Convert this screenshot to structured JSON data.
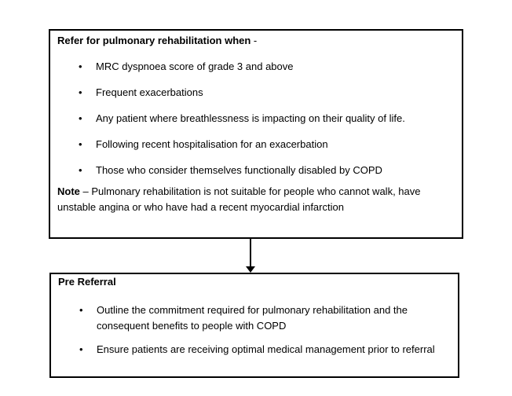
{
  "colors": {
    "background": "#ffffff",
    "border": "#000000",
    "text": "#000000"
  },
  "bullet_glyph": "•",
  "diagram": {
    "top_box": {
      "title_bold": "Refer for pulmonary rehabilitation when",
      "title_suffix": " -",
      "bullets": [
        "MRC dyspnoea score of grade 3 and above",
        "Frequent exacerbations",
        "Any patient where breathlessness is impacting on their quality of life.",
        "Following recent hospitalisation for an exacerbation",
        "Those who consider themselves functionally disabled by COPD"
      ],
      "note_label": "Note",
      "note_text": " – Pulmonary rehabilitation is not suitable for people who cannot walk, have unstable angina or who have had a recent myocardial infarction"
    },
    "arrow": {
      "direction": "down"
    },
    "bottom_box": {
      "title": "Pre Referral",
      "bullets": [
        "Outline the commitment required for pulmonary rehabilitation and the consequent benefits to people with COPD",
        "Ensure patients are receiving optimal medical management prior to referral"
      ]
    }
  }
}
